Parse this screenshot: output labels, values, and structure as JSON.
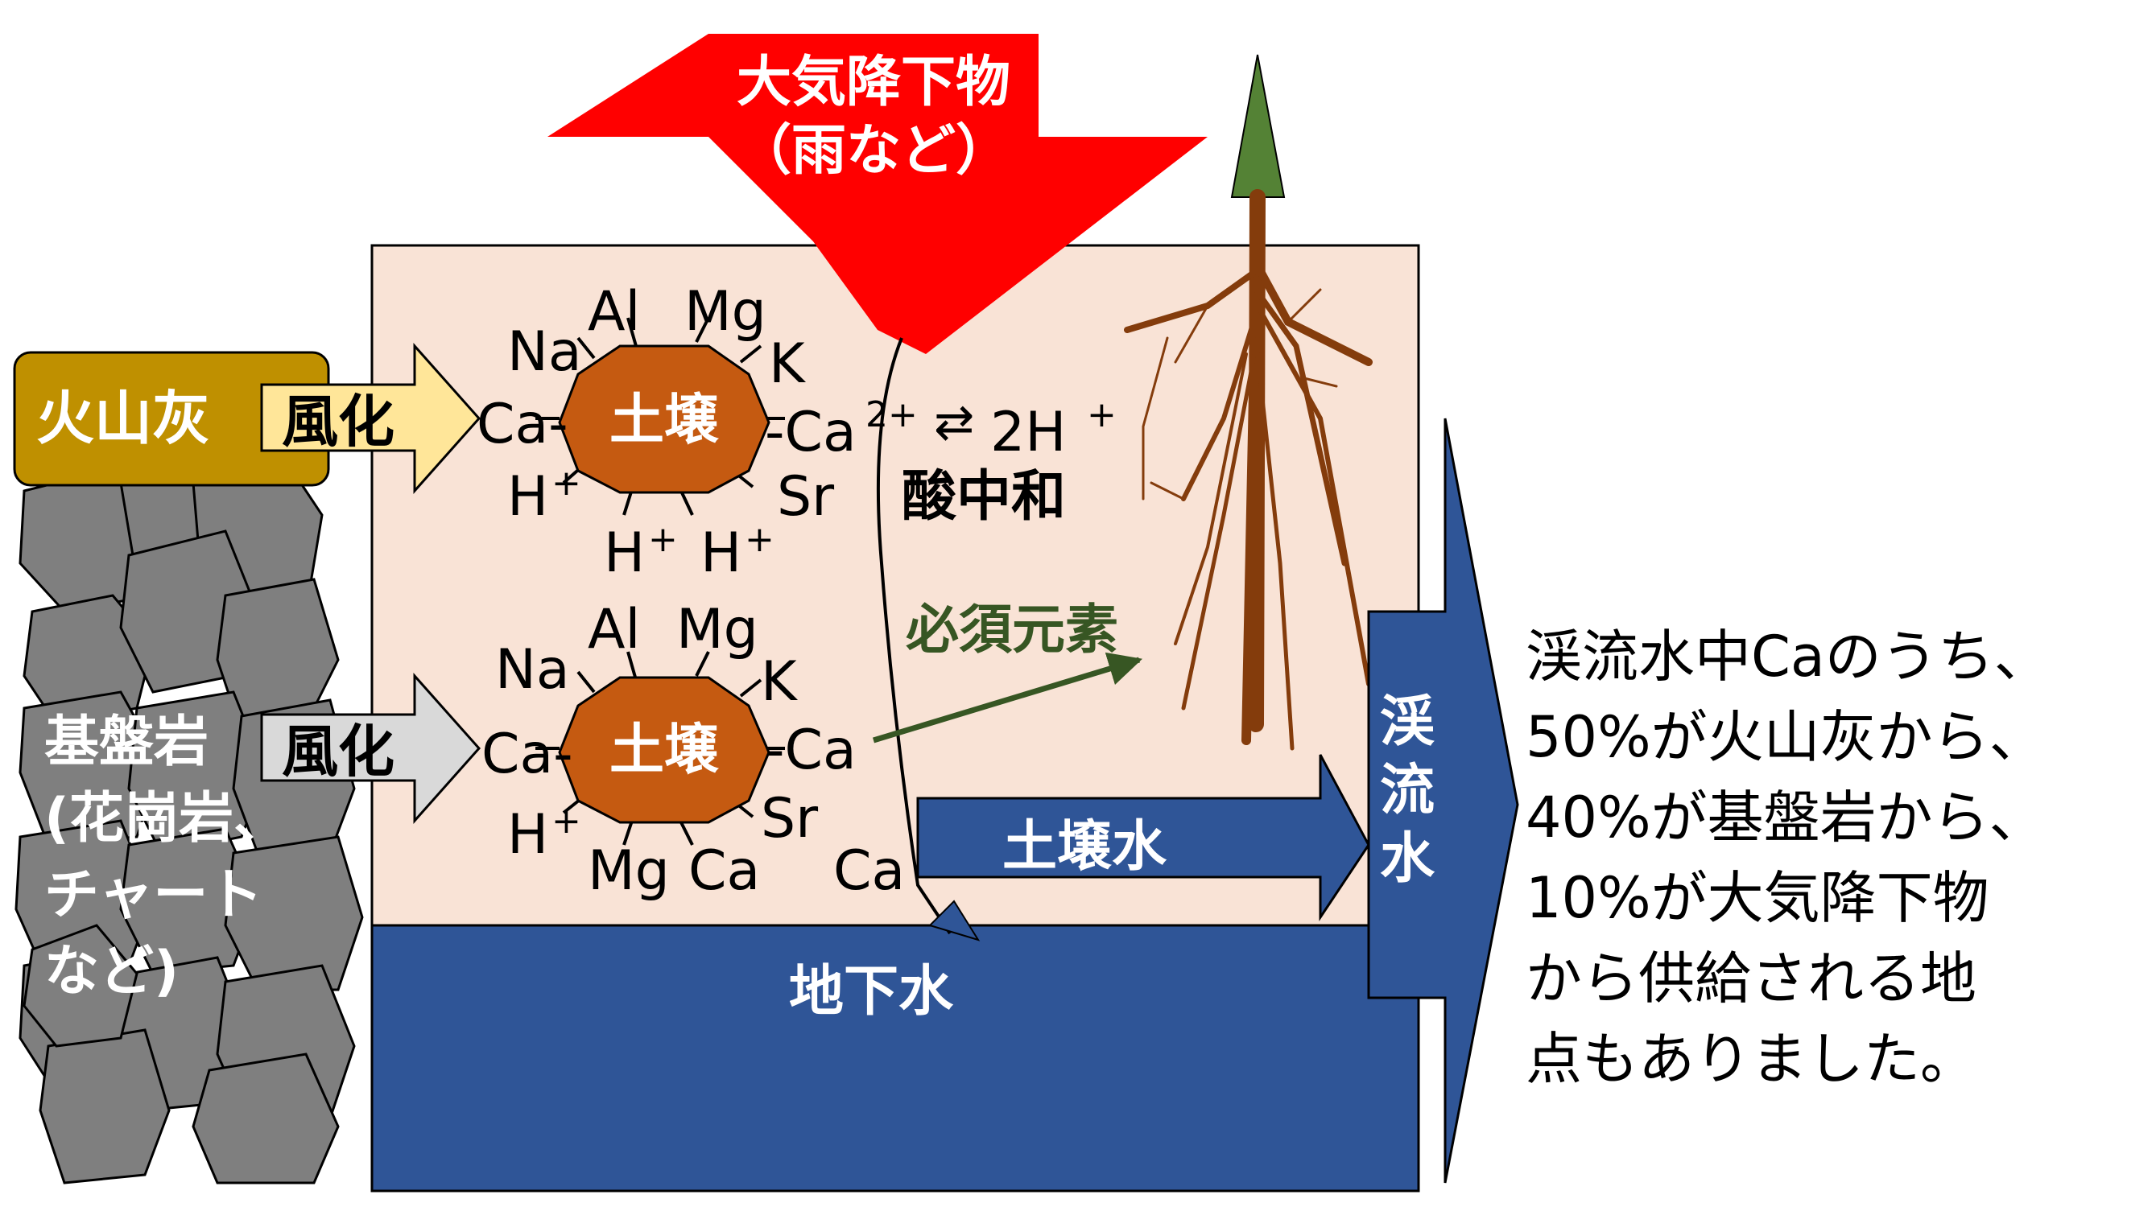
{
  "precipitation": {
    "line1": "大気降下物",
    "line2": "（雨など）"
  },
  "volcanic_ash": {
    "label": "火山灰",
    "weathering": "風化"
  },
  "bedrock": {
    "line1": "基盤岩",
    "line2": "(花崗岩、",
    "line3": "チャート",
    "line4": "など)",
    "weathering": "風化"
  },
  "soil_particle_top": {
    "label": "土壌",
    "ions": {
      "na": "Na",
      "al": "Al",
      "mg": "Mg",
      "k": "K",
      "ca_left": "Ca-",
      "ca_right": "-Ca",
      "ca_sup": "2+",
      "h1": "H",
      "h2": "H",
      "h3": "H",
      "plus": "+",
      "sr": "Sr"
    },
    "exchange_arrows": "⇄",
    "exchange_ion": "2H",
    "neutralization": "酸中和"
  },
  "soil_particle_bottom": {
    "label": "土壌",
    "ions": {
      "na": "Na",
      "al": "Al",
      "mg": "Mg",
      "k": "K",
      "ca_left": "Ca-",
      "ca_right": "-Ca",
      "h1": "H",
      "plus": "+",
      "sr": "Sr",
      "mg2": "Mg",
      "ca2": "Ca",
      "ca3": "Ca"
    }
  },
  "essential_elements": "必須元素",
  "soil_water": "土壌水",
  "groundwater": "地下水",
  "stream_water": {
    "c1": "渓",
    "c2": "流",
    "c3": "水"
  },
  "summary": {
    "lines": [
      "渓流水中Caのうち、",
      "50%が火山灰から、",
      "40%が基盤岩から、",
      "10%が大気降下物",
      "から供給される地",
      "点もありました。"
    ]
  },
  "colors": {
    "soil": "#f9e3d6",
    "water": "#2f5597",
    "precip": "#ff0000",
    "ash": "#bf9000",
    "ash_arrow": "#ffe699",
    "rock": "#7f7f7f",
    "particle": "#c55a11",
    "tree": "#548235",
    "root": "#843c0c",
    "green_text": "#375623"
  }
}
